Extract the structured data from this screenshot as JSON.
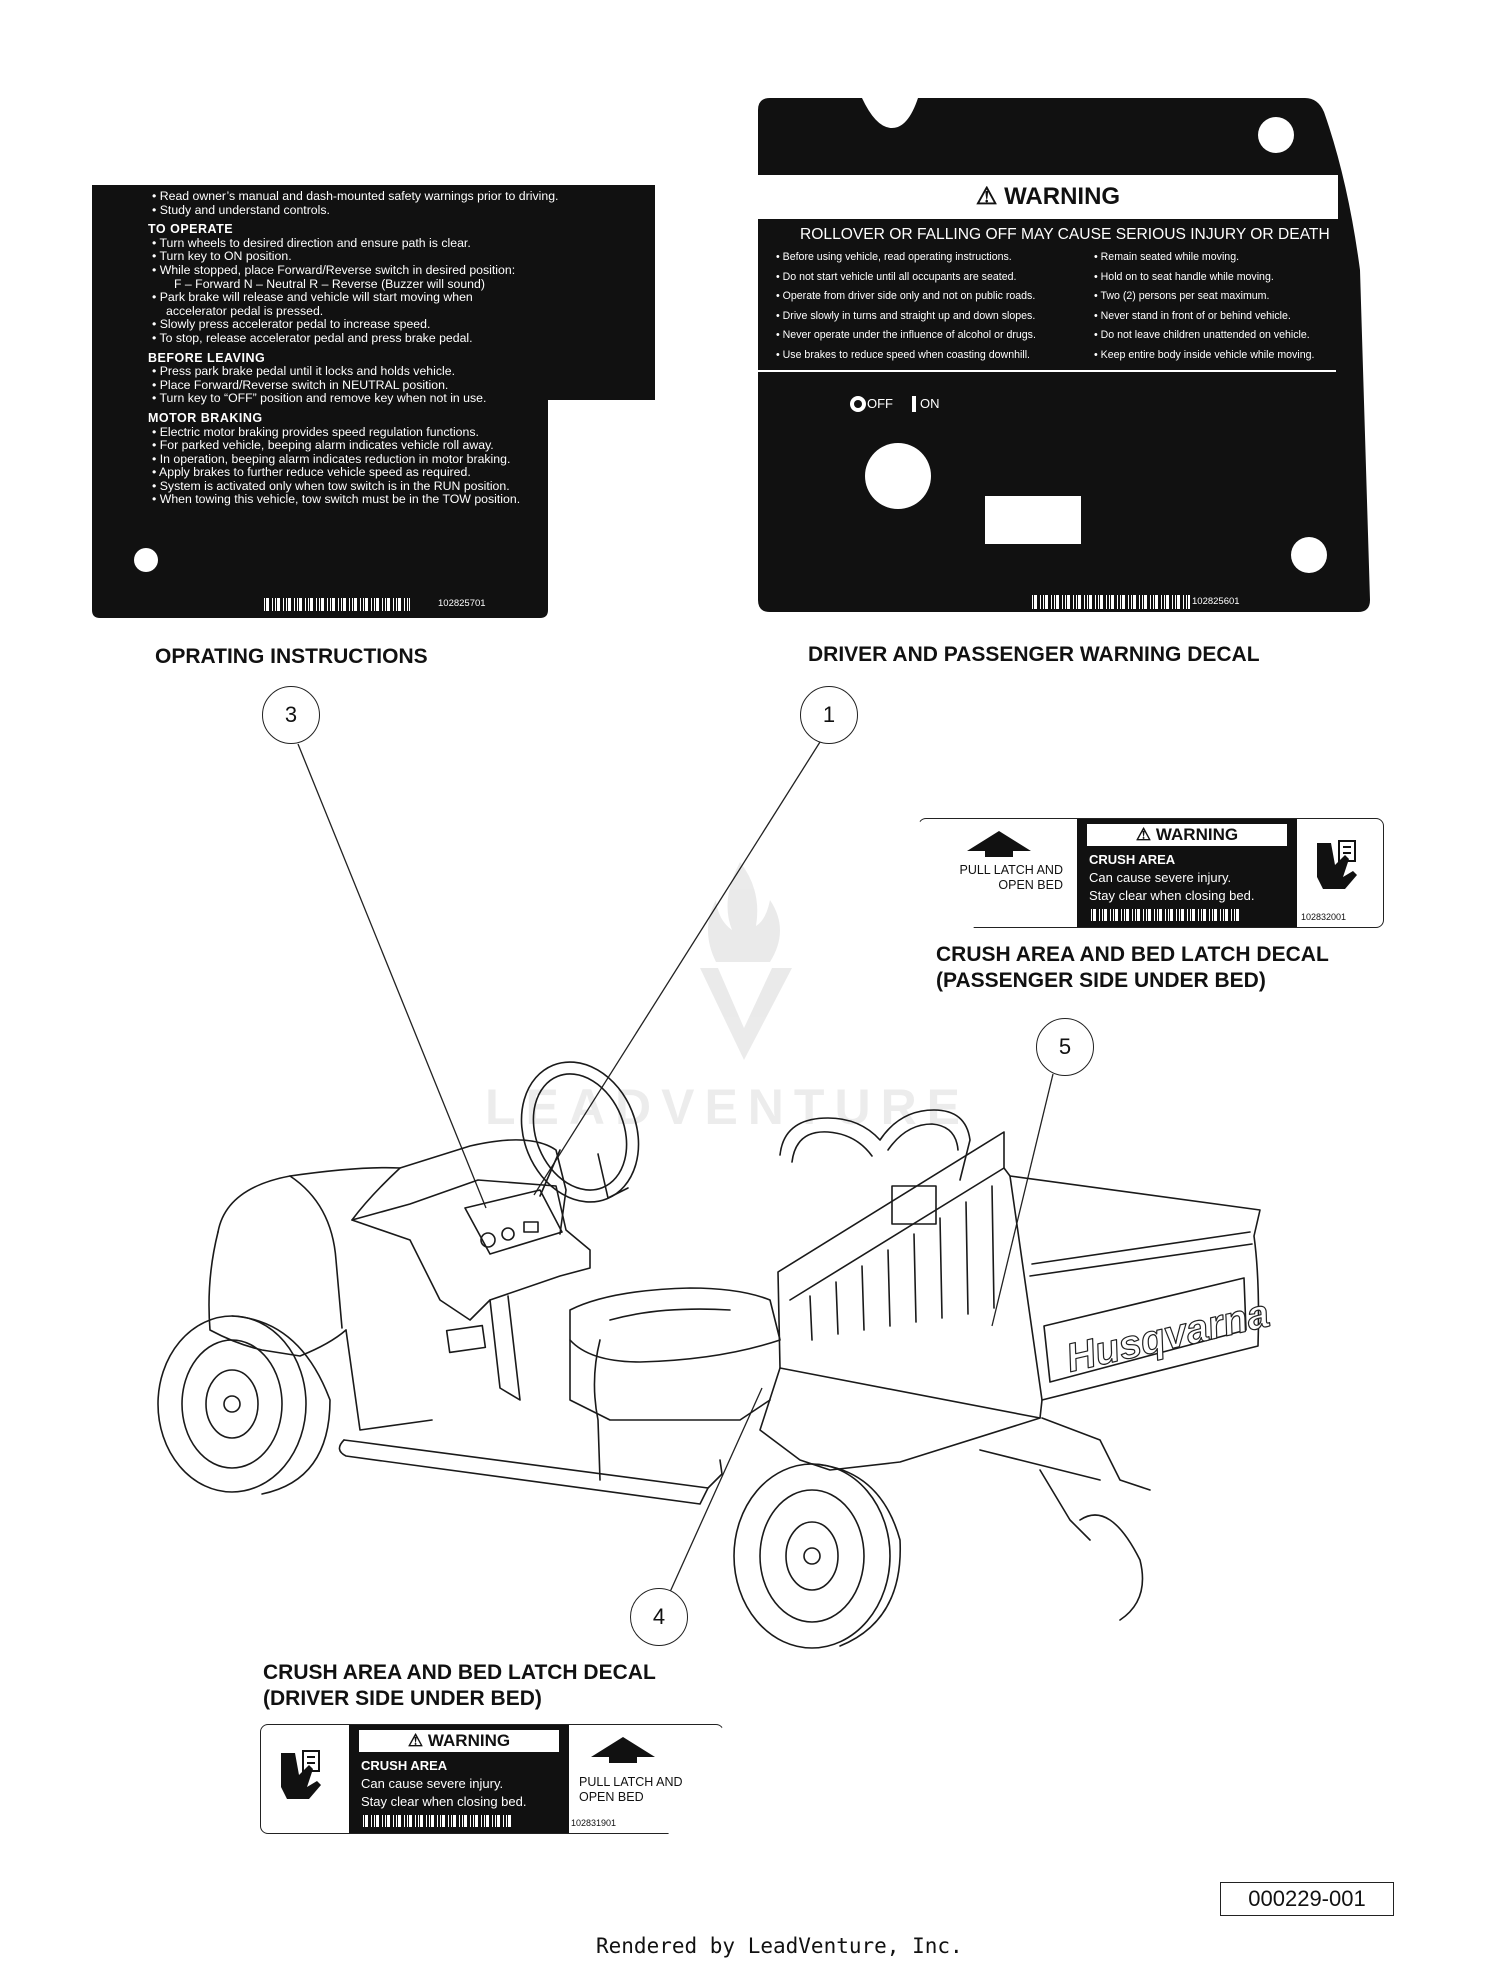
{
  "operating_decal": {
    "lines": [
      {
        "type": "item",
        "text": "•  Read owner’s manual and dash-mounted safety warnings prior to driving."
      },
      {
        "type": "item",
        "text": "•  Study and understand controls."
      },
      {
        "type": "head",
        "text": "TO OPERATE"
      },
      {
        "type": "item",
        "text": "•  Turn wheels to desired direction and ensure path is clear."
      },
      {
        "type": "item",
        "text": "•  Turn key to ON  position."
      },
      {
        "type": "item",
        "text": "•  While stopped, place Forward/Reverse switch in desired position:"
      },
      {
        "type": "indent",
        "text": "F – Forward      N – Neutral      R – Reverse (Buzzer will sound)"
      },
      {
        "type": "item",
        "text": "•  Park brake will release and vehicle will start moving when"
      },
      {
        "type": "indent2",
        "text": "accelerator pedal is pressed."
      },
      {
        "type": "item",
        "text": "•  Slowly press accelerator pedal to increase speed."
      },
      {
        "type": "item",
        "text": "•  To stop, release accelerator pedal and press brake pedal."
      },
      {
        "type": "head",
        "text": "BEFORE LEAVING"
      },
      {
        "type": "item",
        "text": "•  Press park brake pedal until it locks and holds vehicle."
      },
      {
        "type": "item",
        "text": "•  Place Forward/Reverse switch in NEUTRAL position."
      },
      {
        "type": "item",
        "text": "•  Turn key to “OFF” position and remove key when not in use."
      },
      {
        "type": "head",
        "text": "MOTOR BRAKING"
      },
      {
        "type": "item",
        "text": "•  Electric motor braking provides speed regulation functions."
      },
      {
        "type": "item",
        "text": "•  For parked vehicle, beeping alarm indicates vehicle roll away."
      },
      {
        "type": "item",
        "text": "•  In operation, beeping alarm indicates reduction in motor braking."
      },
      {
        "type": "item",
        "text": "•  Apply brakes to further reduce vehicle speed as required."
      },
      {
        "type": "item",
        "text": "•  System is activated only when tow switch is in the RUN position."
      },
      {
        "type": "item",
        "text": "•  When towing this vehicle, tow switch must be in the TOW position."
      }
    ],
    "barcode_number": "102825701",
    "caption": "OPRATING INSTRUCTIONS"
  },
  "warning_decal": {
    "warning_label": "WARNING",
    "subtitle": "ROLLOVER OR FALLING OFF MAY CAUSE SERIOUS INJURY OR DEATH",
    "left_items": [
      "• Before using vehicle, read operating instructions.",
      "• Do not start vehicle until all occupants are seated.",
      "• Operate from driver side only and not on public roads.",
      "• Drive slowly in turns and straight up and down slopes.",
      "• Never operate under the influence of alcohol or drugs.",
      "• Use brakes to reduce speed when coasting downhill."
    ],
    "right_items": [
      "• Remain seated while moving.",
      "• Hold on to seat handle while moving.",
      "• Two (2) persons per seat maximum.",
      "• Never stand in front of or behind vehicle.",
      "• Do not leave children unattended on vehicle.",
      "• Keep entire body inside vehicle while moving."
    ],
    "off_label": "OFF",
    "on_label": "ON",
    "barcode_number": "102825601",
    "caption": "DRIVER AND PASSENGER WARNING DECAL"
  },
  "crush_passenger": {
    "latch_text": "PULL LATCH AND\nOPEN BED",
    "warning_label": "WARNING",
    "title": "CRUSH AREA",
    "line1": "Can cause severe injury.",
    "line2": "Stay clear when closing bed.",
    "barcode_number": "102832001",
    "caption_line1": "CRUSH AREA AND BED LATCH DECAL",
    "caption_line2": "(PASSENGER SIDE UNDER BED)"
  },
  "crush_driver": {
    "latch_text": "PULL LATCH AND\nOPEN BED",
    "warning_label": "WARNING",
    "title": "CRUSH AREA",
    "line1": "Can cause severe injury.",
    "line2": "Stay clear when closing bed.",
    "barcode_number": "102831901",
    "caption_line1": "CRUSH AREA AND BED LATCH DECAL",
    "caption_line2": "(DRIVER SIDE UNDER BED)"
  },
  "callouts": [
    "3",
    "1",
    "5",
    "4"
  ],
  "vehicle_brand": "Husqvarna",
  "watermark": "LEADVENTURE",
  "part_number": "000229-001",
  "footer": "Rendered by LeadVenture, Inc."
}
